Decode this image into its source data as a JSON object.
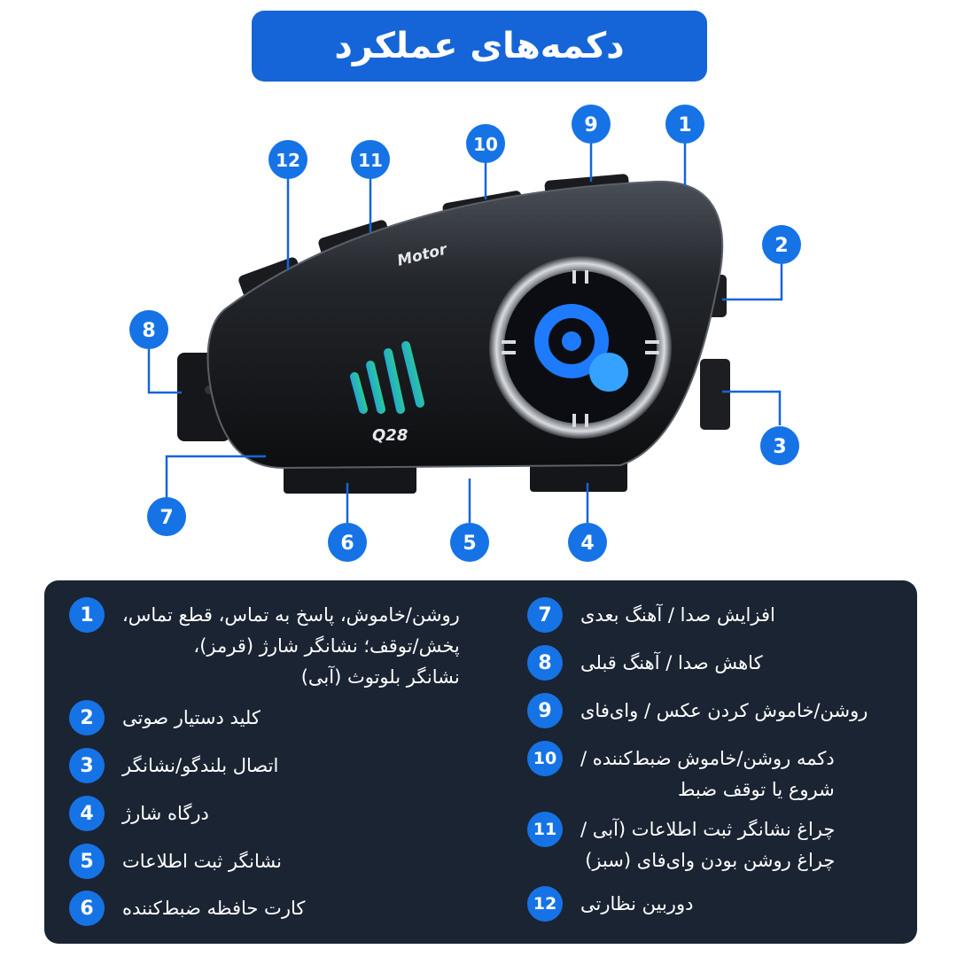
{
  "title": "دکمه‌های عملکرد",
  "device": {
    "brand": "Motor",
    "model": "Q28"
  },
  "colors": {
    "accent": "#1565d8",
    "panel_bg": "#1b2433",
    "badge": "#1673e6"
  },
  "callout_numbers": [
    "1",
    "2",
    "3",
    "4",
    "5",
    "6",
    "7",
    "8",
    "9",
    "10",
    "11",
    "12"
  ],
  "items_left": [
    {
      "num": "1",
      "lines": [
        "روشن/خاموش، پاسخ به تماس، قطع تماس،",
        "پخش/توقف؛ نشانگر شارژ (قرمز)،",
        "نشانگر بلوتوث (آبی)"
      ]
    },
    {
      "num": "2",
      "lines": [
        "کلید دستیار صوتی"
      ]
    },
    {
      "num": "3",
      "lines": [
        "اتصال بلندگو/نشانگر"
      ]
    },
    {
      "num": "4",
      "lines": [
        "درگاه شارژ"
      ]
    },
    {
      "num": "5",
      "lines": [
        "نشانگر ثبت اطلاعات"
      ]
    },
    {
      "num": "6",
      "lines": [
        "کارت حافظه ضبط‌کننده"
      ]
    }
  ],
  "items_right": [
    {
      "num": "7",
      "lines": [
        "افزایش صدا / آهنگ بعدی"
      ]
    },
    {
      "num": "8",
      "lines": [
        "کاهش صدا / آهنگ قبلی"
      ]
    },
    {
      "num": "9",
      "lines": [
        "روشن/خاموش کردن عکس / وای‌فای"
      ]
    },
    {
      "num": "10",
      "lines": [
        "دکمه روشن/خاموش ضبط‌کننده /",
        "شروع یا توقف ضبط"
      ]
    },
    {
      "num": "11",
      "lines": [
        "چراغ نشانگر ثبت اطلاعات (آبی /",
        "چراغ روشن بودن وای‌فای (سبز)"
      ]
    },
    {
      "num": "12",
      "lines": [
        "دوربین نظارتی"
      ]
    }
  ]
}
